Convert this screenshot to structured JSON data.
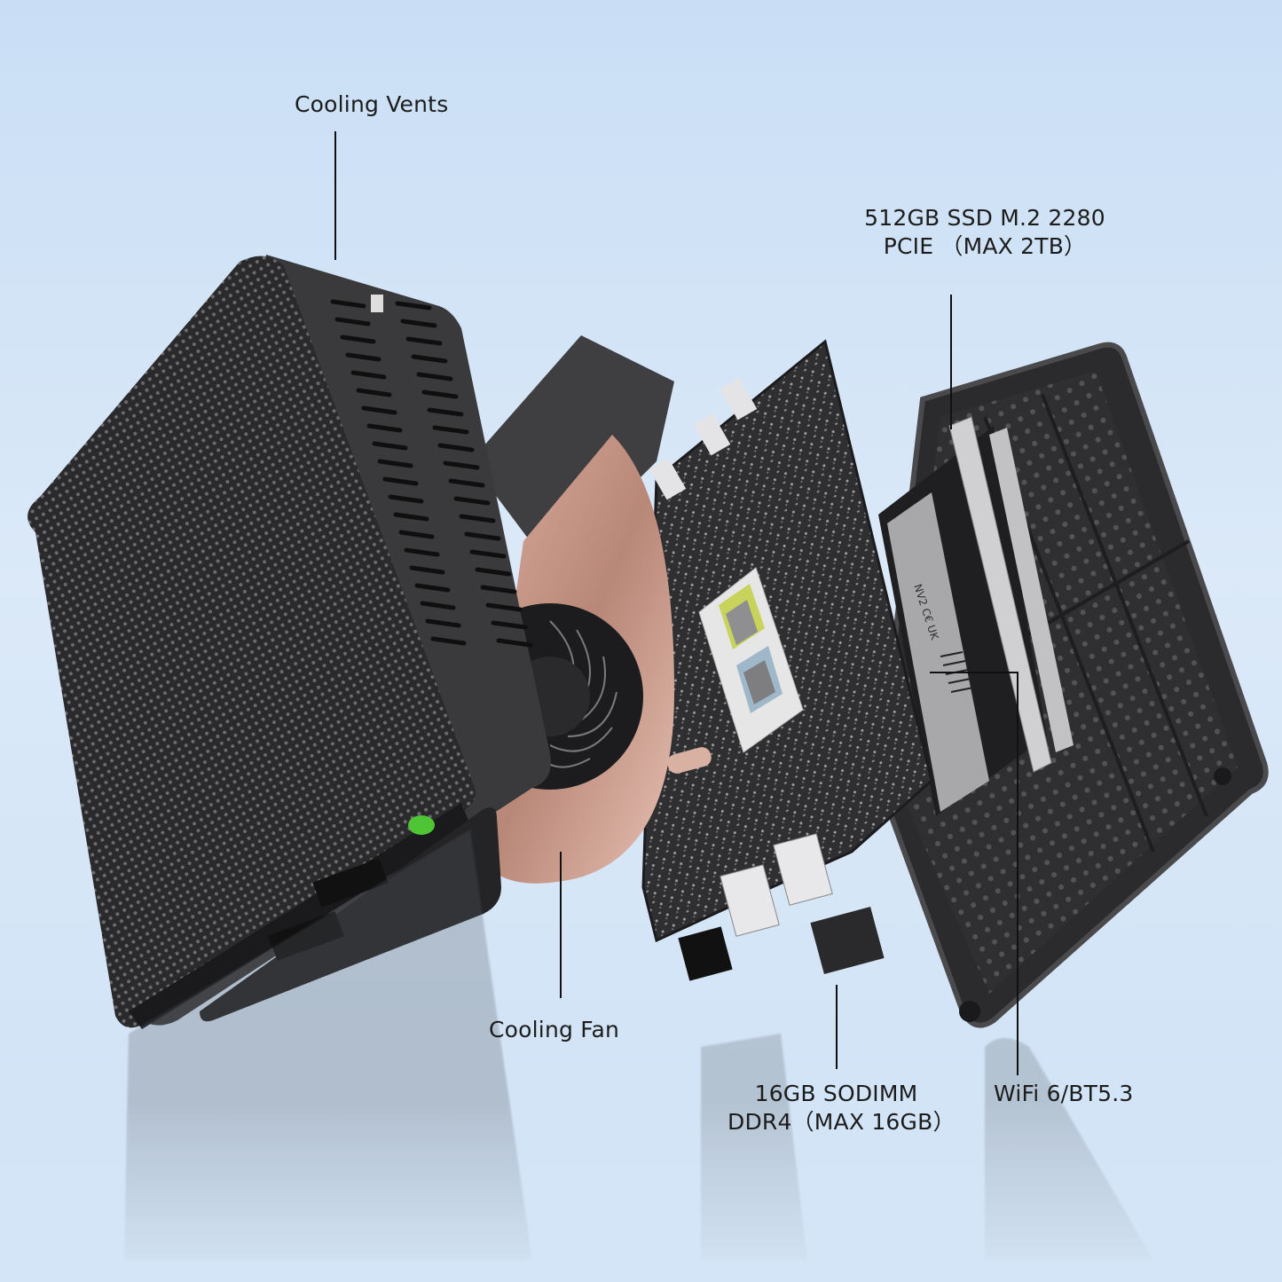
{
  "product": {
    "type": "mini-pc-exploded-view",
    "colors": {
      "background_top": "#c9def5",
      "background_bottom": "#cfe2f6",
      "chassis": "#3a3a3c",
      "chassis_dark": "#1e1e20",
      "fan_copper": "#c9988a",
      "power_led": "#4fc434",
      "cpu_die_yellow": "#c7d35a",
      "cpu_die_blue": "#9fb8c9"
    }
  },
  "callouts": {
    "cooling_vents": "Cooling Vents",
    "ssd_line1": "512GB SSD M.2 2280",
    "ssd_line2": "PCIE （MAX 2TB）",
    "cooling_fan": "Cooling Fan",
    "ram_line1": "16GB SODIMM",
    "ram_line2": "DDR4（MAX 16GB）",
    "wifi": "WiFi 6/BT5.3"
  },
  "components": [
    {
      "name": "chassis",
      "label": "Cooling Vents"
    },
    {
      "name": "cooling-fan",
      "label": "Cooling Fan"
    },
    {
      "name": "motherboard",
      "label": ""
    },
    {
      "name": "ssd-module",
      "label": "512GB SSD M.2 2280 PCIE (MAX 2TB)"
    },
    {
      "name": "ram-slot",
      "label": "16GB SODIMM DDR4 (MAX 16GB)"
    },
    {
      "name": "bottom-cover",
      "label": "WiFi 6/BT5.3"
    }
  ]
}
